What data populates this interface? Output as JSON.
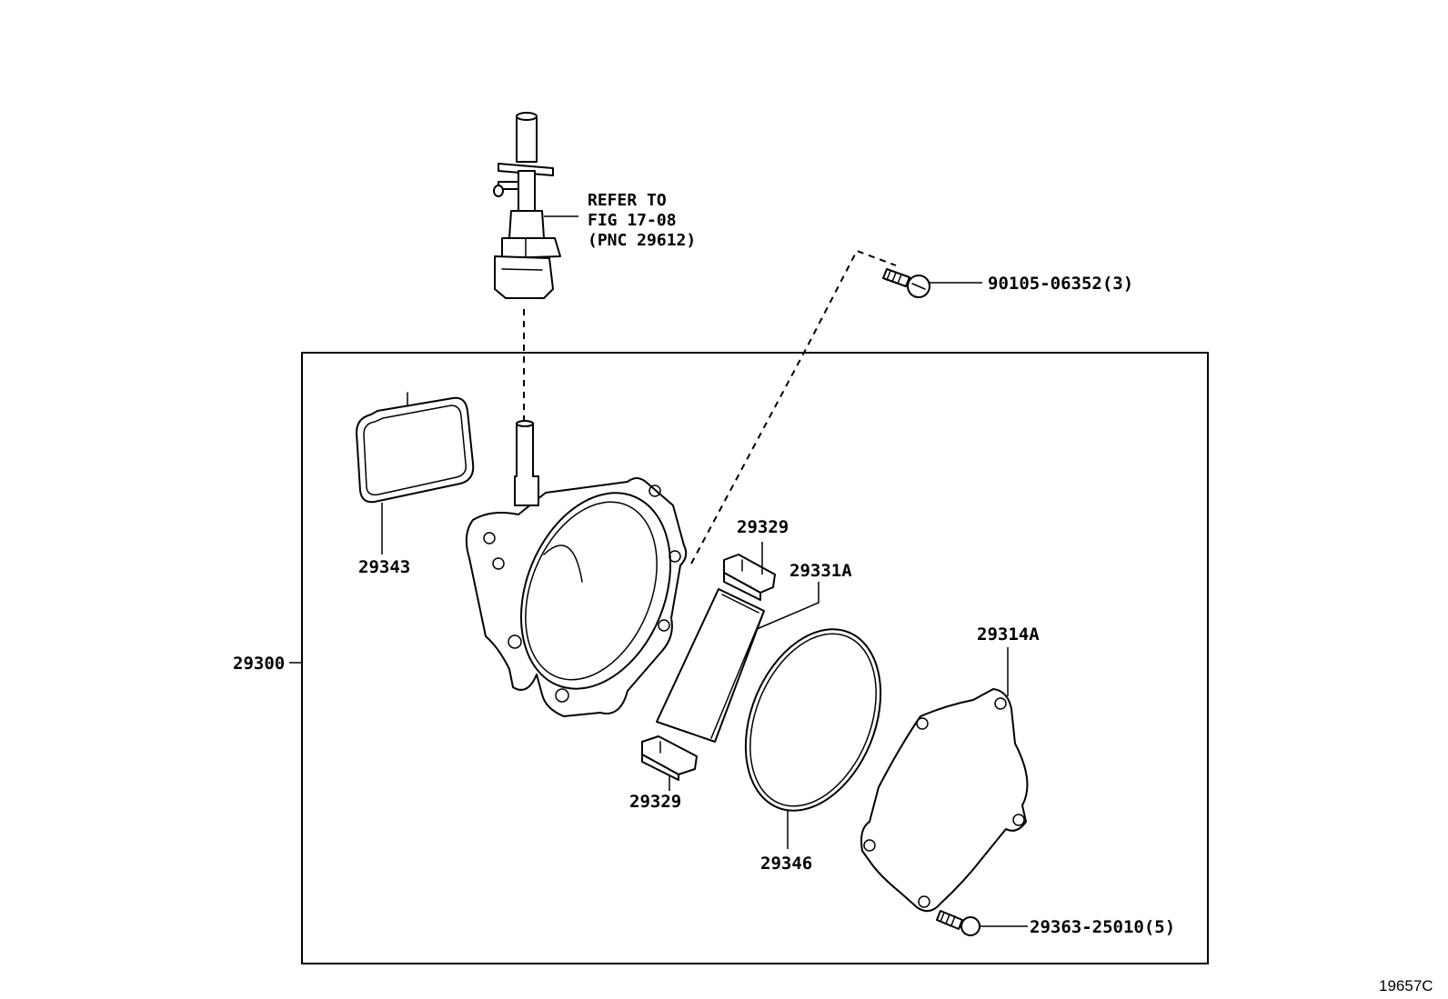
{
  "refer_note": {
    "line1": "REFER TO",
    "line2": "FIG 17-08",
    "line3": "(PNC 29612)"
  },
  "labels": {
    "bolt_top": "90105-06352(3)",
    "assembly": "29300",
    "gasket": "29343",
    "vane_top": "29329",
    "rotor": "29331A",
    "o_ring": "29346",
    "vane_bottom": "29329",
    "cover": "29314A",
    "bolt_bottom": "29363-25010(5)"
  },
  "figure_code": "19657C"
}
